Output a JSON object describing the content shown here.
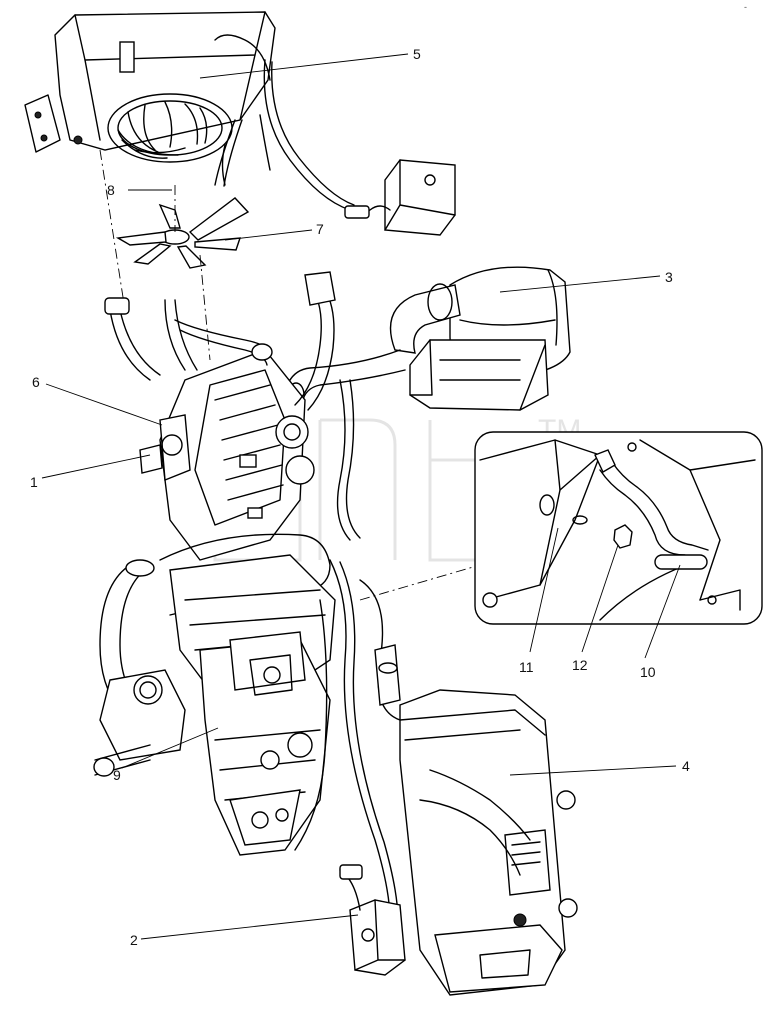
{
  "corner_mark": "-",
  "watermark": "ТМ",
  "callouts": {
    "c1": "1",
    "c2": "2",
    "c3": "3",
    "c4": "4",
    "c5": "5",
    "c6": "6",
    "c7": "7",
    "c8": "8",
    "c9": "9",
    "c10": "10",
    "c11": "11",
    "c12": "12"
  }
}
